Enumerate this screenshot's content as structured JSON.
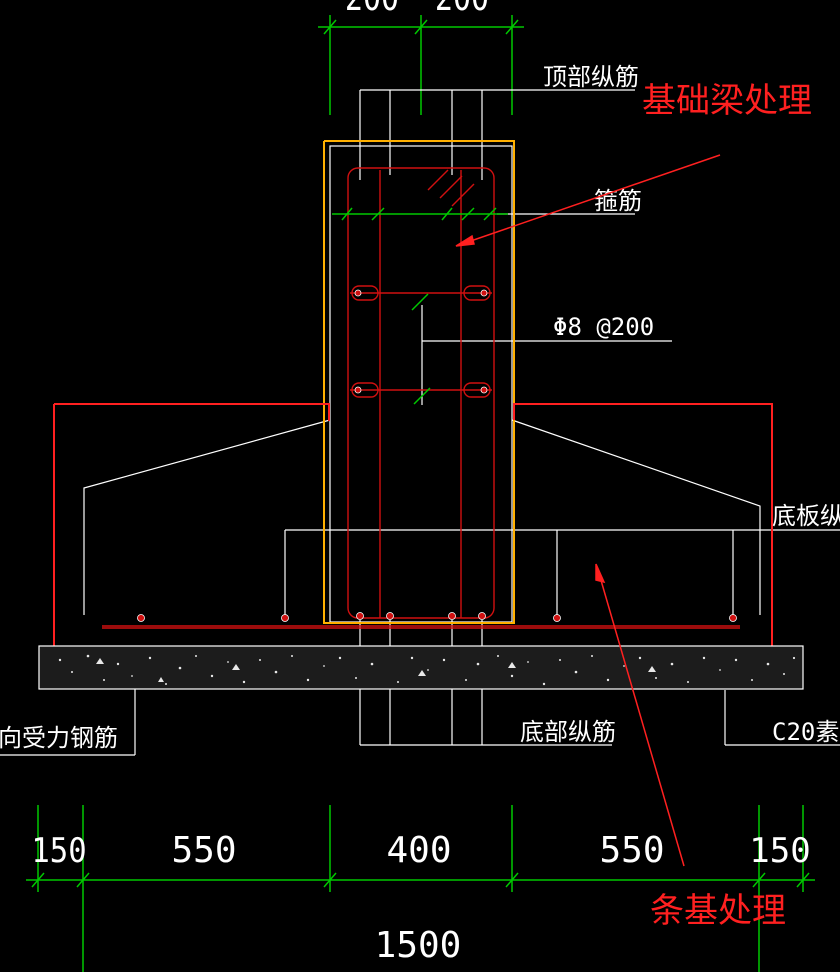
{
  "colors": {
    "background": "#000000",
    "dimension": "#00c800",
    "outline_white": "#ffffff",
    "annotation_red": "#ff2020",
    "beam_yellow": "#ffb000",
    "rebar_red": "#d01010",
    "bed_fill": "#262626"
  },
  "top_dims": {
    "left": "200",
    "right": "200"
  },
  "labels": {
    "top_longitudinal": "顶部纵筋",
    "stirrup": "箍筋",
    "distribution": "Φ8 @200",
    "bottom_plate": "底板纵",
    "transverse": "向受力钢筋",
    "bottom_longitudinal": "底部纵筋",
    "concrete": "C20素"
  },
  "annotations": {
    "beam": "基础梁处理",
    "strip": "条基处理"
  },
  "bottom_dims": {
    "segments": [
      "150",
      "550",
      "400",
      "550",
      "150"
    ],
    "total": "1500"
  }
}
